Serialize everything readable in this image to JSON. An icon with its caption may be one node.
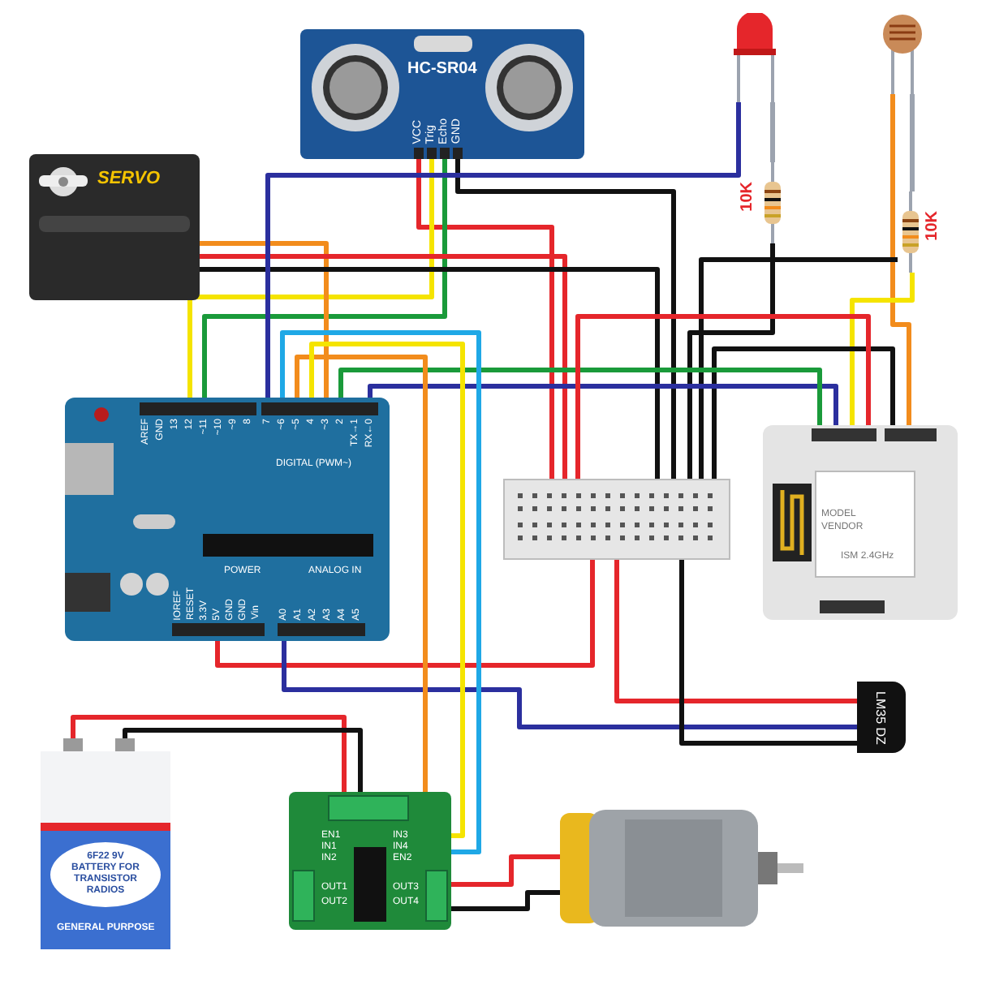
{
  "diagram": {
    "nodes": [
      {
        "text": [
          "HC-SR04",
          "VCC",
          "Trig",
          "Echo",
          "GND"
        ]
      },
      {
        "text": [
          "SERVO"
        ]
      },
      {
        "text": [],
        "shape": "picture"
      },
      {
        "text": [
          "10K"
        ]
      },
      {
        "text": [],
        "shape": "picture"
      },
      {
        "text": [
          "10K"
        ]
      },
      {
        "text": [
          "AREF",
          "GND",
          "13",
          "12",
          "~11",
          "~10",
          "~9",
          "8",
          "7",
          "~6",
          "~5",
          "4",
          "~3",
          "2",
          "TX→1",
          "RX←0",
          "DIGITAL (PWM~)",
          "IOREF",
          "RESET",
          "3.3V",
          "5V",
          "GND",
          "GND",
          "Vin",
          "POWER",
          "A0",
          "A1",
          "A2",
          "A3",
          "A4",
          "A5",
          "ANALOG IN"
        ]
      },
      {
        "text": [],
        "shape": "box"
      },
      {
        "text": [
          "MODEL",
          "VENDOR",
          "ISM 2.4GHz"
        ]
      },
      {
        "text": [
          "LM35 DZ"
        ]
      },
      {
        "text": [
          "6F22 9V BATTERY FOR TRANSISTOR RADIOS",
          "GENERAL PURPOSE"
        ]
      },
      {
        "text": [
          "EN1",
          "IN1",
          "IN2",
          "IN3",
          "IN4",
          "EN2",
          "OUT1",
          "OUT2",
          "OUT3",
          "OUT4"
        ]
      },
      {
        "text": [],
        "shape": "picture"
      }
    ],
    "edges": [
      {
        "from": 0,
        "to": 7,
        "arrow": "none",
        "color": "#e5262b"
      },
      {
        "from": 0,
        "to": 6,
        "arrow": "none",
        "color": "#f5e400"
      },
      {
        "from": 0,
        "to": 6,
        "arrow": "none",
        "color": "#1a9a3a"
      },
      {
        "from": 0,
        "to": 7,
        "arrow": "none",
        "color": "#111111"
      },
      {
        "from": 1,
        "to": 6,
        "arrow": "none",
        "color": "#f28c1c"
      },
      {
        "from": 1,
        "to": 7,
        "arrow": "none",
        "color": "#e5262b"
      },
      {
        "from": 1,
        "to": 7,
        "arrow": "none",
        "color": "#111111"
      },
      {
        "from": 2,
        "to": 3,
        "arrow": "none",
        "color": "#9ca3af"
      },
      {
        "from": 2,
        "to": 6,
        "arrow": "none",
        "color": "#2b2f9e"
      },
      {
        "from": 3,
        "to": 7,
        "arrow": "none",
        "color": "#111111"
      },
      {
        "from": 4,
        "to": 5,
        "arrow": "none",
        "color": "#9ca3af"
      },
      {
        "from": 4,
        "to": 8,
        "arrow": "none",
        "color": "#f28c1c"
      },
      {
        "from": 5,
        "to": 8,
        "arrow": "none",
        "color": "#f5e400"
      },
      {
        "from": 5,
        "to": 7,
        "arrow": "none",
        "color": "#111111"
      },
      {
        "from": 8,
        "to": 7,
        "arrow": "none",
        "color": "#111111"
      },
      {
        "from": 8,
        "to": 6,
        "arrow": "none",
        "color": "#2b2f9e"
      },
      {
        "from": 8,
        "to": 6,
        "arrow": "none",
        "color": "#1a9a3a"
      },
      {
        "from": 8,
        "to": 7,
        "arrow": "none",
        "color": "#e5262b"
      },
      {
        "from": 6,
        "to": 7,
        "arrow": "none",
        "color": "#e5262b"
      },
      {
        "from": 6,
        "to": 9,
        "arrow": "none",
        "color": "#2b2f9e"
      },
      {
        "from": 9,
        "to": 7,
        "arrow": "none",
        "color": "#e5262b"
      },
      {
        "from": 9,
        "to": 7,
        "arrow": "none",
        "color": "#111111"
      },
      {
        "from": 10,
        "to": 11,
        "arrow": "none",
        "color": "#e5262b"
      },
      {
        "from": 10,
        "to": 11,
        "arrow": "none",
        "color": "#111111"
      },
      {
        "from": 6,
        "to": 11,
        "arrow": "none",
        "color": "#f28c1c"
      },
      {
        "from": 6,
        "to": 11,
        "arrow": "none",
        "color": "#f5e400"
      },
      {
        "from": 6,
        "to": 11,
        "arrow": "none",
        "color": "#1fa8e6"
      },
      {
        "from": 11,
        "to": 12,
        "arrow": "none",
        "color": "#e5262b"
      },
      {
        "from": 11,
        "to": 12,
        "arrow": "none",
        "color": "#111111"
      }
    ]
  }
}
